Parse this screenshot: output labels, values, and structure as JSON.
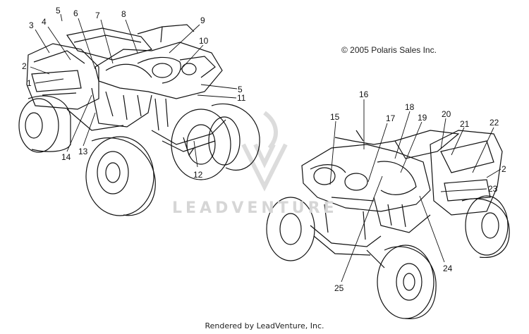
{
  "copyright": "© 2005 Polaris Sales Inc.",
  "footer": "Rendered by LeadVenture, Inc.",
  "watermark": "LEADVENTURE",
  "callouts": {
    "c1": "1",
    "c2": "2",
    "c3": "3",
    "c4": "4",
    "c5": "5",
    "c6": "6",
    "c7": "7",
    "c8": "8",
    "c9": "9",
    "c10": "10",
    "c5b": "5",
    "c11": "11",
    "c12": "12",
    "c13": "13",
    "c14": "14",
    "c15": "15",
    "c16": "16",
    "c17": "17",
    "c18": "18",
    "c19": "19",
    "c20": "20",
    "c21": "21",
    "c22": "22",
    "c2b": "2",
    "c23": "23",
    "c24": "24",
    "c25": "25"
  },
  "colors": {
    "line": "#111111",
    "watermark": "#d6d6d6"
  }
}
